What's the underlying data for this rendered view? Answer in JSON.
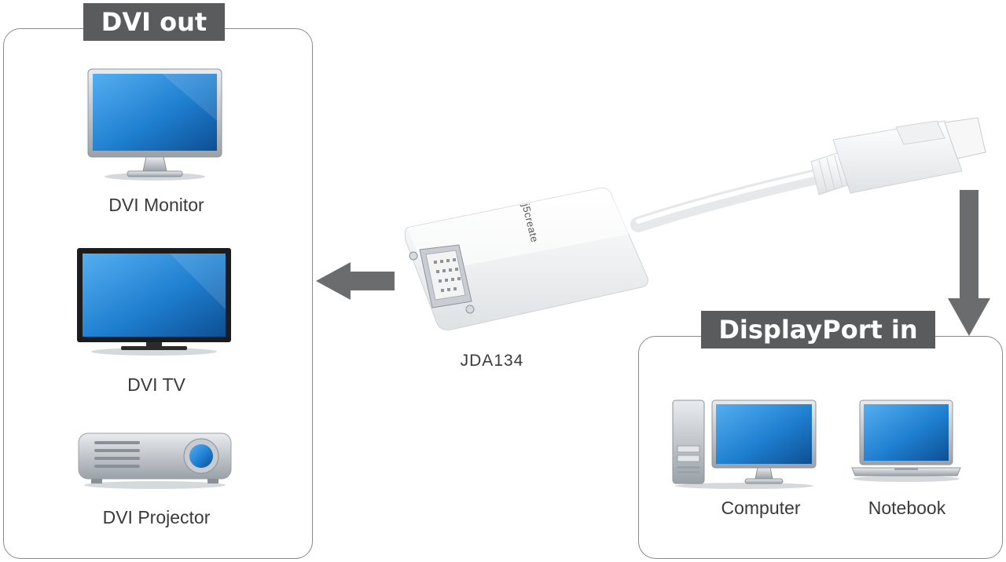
{
  "dvi_out": {
    "title": "DVI out",
    "devices": [
      {
        "label": "DVI Monitor",
        "icon": "monitor-icon"
      },
      {
        "label": "DVI TV",
        "icon": "tv-icon"
      },
      {
        "label": "DVI Projector",
        "icon": "projector-icon"
      }
    ]
  },
  "adapter": {
    "model": "JDA134",
    "brand_mark": "j5create",
    "icon": "displayport-to-dvi-adapter"
  },
  "displayport_in": {
    "title": "DisplayPort in",
    "devices": [
      {
        "label": "Computer",
        "icon": "desktop-computer-icon"
      },
      {
        "label": "Notebook",
        "icon": "laptop-icon"
      }
    ]
  },
  "colors": {
    "title_bg": "#5a5b5d",
    "arrow": "#6b6c6e",
    "screen_blue": "#1f7fd0",
    "panel_border": "#8a8a8a"
  }
}
